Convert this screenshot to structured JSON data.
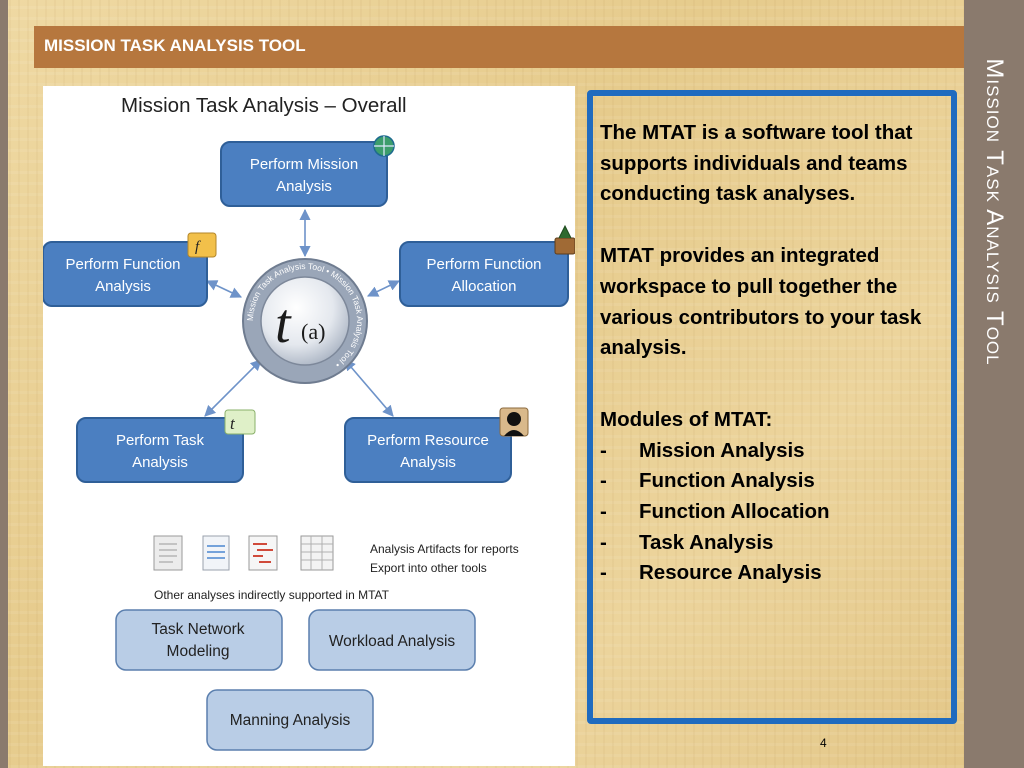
{
  "slide": {
    "header_title": "MISSION TASK ANALYSIS TOOL",
    "side_title": "Mission Task Analysis Tool",
    "page_number": "4"
  },
  "diagram": {
    "title": "Mission  Task Analysis – Overall",
    "center_label": "t",
    "center_sub": "(a)",
    "ring_text": "Mission Task Analysis Tool • Mission Task Analysis Tool •",
    "nodes": {
      "mission": [
        "Perform Mission",
        "Analysis"
      ],
      "function_analysis": [
        "Perform Function",
        "Analysis"
      ],
      "function_allocation": [
        "Perform Function",
        "Allocation"
      ],
      "task": [
        "Perform Task",
        "Analysis"
      ],
      "resource": [
        "Perform Resource",
        "Analysis"
      ]
    },
    "icon_labels": {
      "function_analysis": "f",
      "task": "t"
    },
    "artifacts": [
      "Analysis Artifacts  for reports",
      "Export  into other tools"
    ],
    "other_caption": "Other analyses indirectly  supported  in MTAT",
    "other_nodes": {
      "task_network": [
        "Task Network",
        "Modeling"
      ],
      "workload": [
        "Workload Analysis"
      ],
      "manning": [
        "Manning Analysis"
      ]
    }
  },
  "panel": {
    "intro": "The MTAT is a software tool that supports individuals and teams conducting task analyses.",
    "workspace": "MTAT provides an integrated workspace to pull together the various contributors to your task analysis.",
    "modules_heading": "Modules of MTAT:",
    "modules": [
      "Mission Analysis",
      "Function Analysis",
      "Function Allocation",
      "Task Analysis",
      "Resource Analysis"
    ],
    "bullet": "-"
  },
  "colors": {
    "header": "#b6773e",
    "side_bar": "#8a7a6d",
    "panel_border": "#1f6bbf",
    "node_fill": "#4b7fc1",
    "other_fill": "#b9cde6"
  }
}
